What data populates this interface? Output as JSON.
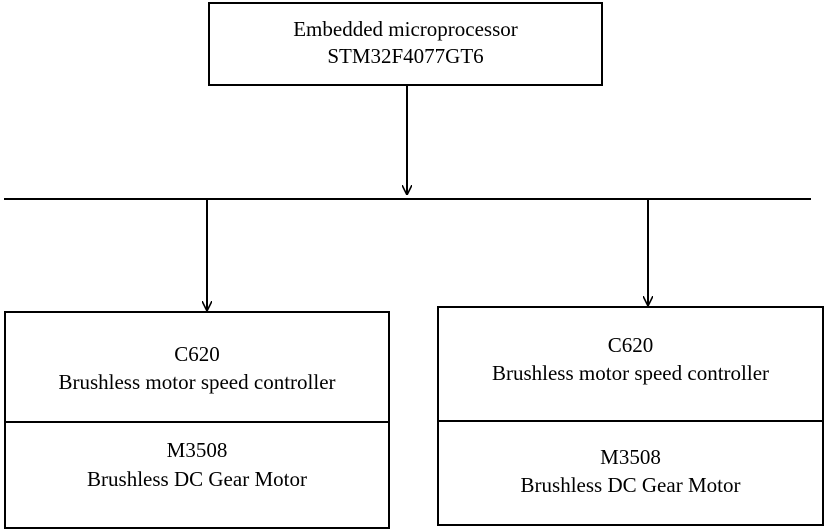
{
  "processor": {
    "line1": "Embedded microprocessor",
    "line2": "STM32F4077GT6"
  },
  "left_module": {
    "controller": {
      "line1": "C620",
      "line2": "Brushless motor speed controller"
    },
    "motor": {
      "line1": "M3508",
      "line2": "Brushless DC Gear Motor"
    }
  },
  "right_module": {
    "controller": {
      "line1": "C620",
      "line2": "Brushless motor speed controller"
    },
    "motor": {
      "line1": "M3508",
      "line2": "Brushless DC Gear Motor"
    }
  }
}
